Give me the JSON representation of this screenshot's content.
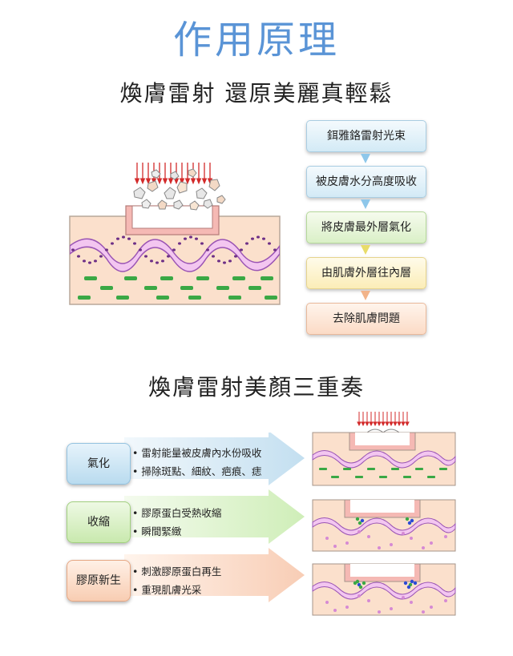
{
  "title": "作用原理",
  "subtitle1": "煥膚雷射  還原美麗真輕鬆",
  "flow_steps": [
    "鉺雅鉻雷射光束",
    "被皮膚水分高度吸收",
    "將皮膚最外層氣化",
    "由肌膚外層往內層",
    "去除肌膚問題"
  ],
  "subtitle2": "煥膚雷射美顏三重奏",
  "stages": [
    {
      "name": "氣化",
      "bullets": [
        "雷射能量被皮膚內水份吸收",
        "掃除斑點、細紋、疤痕、痣"
      ]
    },
    {
      "name": "收縮",
      "bullets": [
        "膠原蛋白受熱收縮",
        "瞬間緊緻"
      ]
    },
    {
      "name": "膠原新生",
      "bullets": [
        "刺激膠原蛋白再生",
        "重現肌膚光采"
      ]
    }
  ],
  "colors": {
    "title": "#5a94d6",
    "laser": "#d32b2b",
    "skin": "#fbe0cc",
    "epidermis_wave": "#c77ad6",
    "collagen": "#3aa845"
  }
}
